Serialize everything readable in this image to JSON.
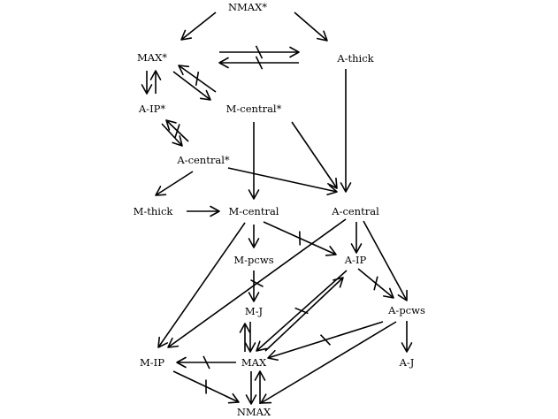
{
  "nodes": [
    {
      "id": "nmax_star",
      "label": "NMAX*"
    },
    {
      "id": "max_star",
      "label": "MAX*"
    },
    {
      "id": "a_thick",
      "label": "A-thick"
    },
    {
      "id": "a_ip_star",
      "label": "A-IP*"
    },
    {
      "id": "m_central_star",
      "label": "M-central*"
    },
    {
      "id": "a_central_star",
      "label": "A-central*"
    },
    {
      "id": "m_thick",
      "label": "M-thick"
    },
    {
      "id": "m_central",
      "label": "M-central"
    },
    {
      "id": "a_central",
      "label": "A-central"
    },
    {
      "id": "m_pcws",
      "label": "M-pcws"
    },
    {
      "id": "a_ip",
      "label": "A-IP"
    },
    {
      "id": "m_j",
      "label": "M-J"
    },
    {
      "id": "a_pcws",
      "label": "A-pcws"
    },
    {
      "id": "m_ip",
      "label": "M-IP"
    },
    {
      "id": "max",
      "label": "MAX"
    },
    {
      "id": "a_j",
      "label": "A-J"
    },
    {
      "id": "nmax",
      "label": "NMAX"
    }
  ],
  "edges": [
    {
      "from": "nmax_star",
      "to": "max_star",
      "negated": false
    },
    {
      "from": "nmax_star",
      "to": "a_thick",
      "negated": false
    },
    {
      "from": "max_star",
      "to": "a_thick",
      "negated": true
    },
    {
      "from": "a_thick",
      "to": "max_star",
      "negated": true
    },
    {
      "from": "max_star",
      "to": "a_ip_star",
      "negated": false
    },
    {
      "from": "a_ip_star",
      "to": "max_star",
      "negated": false
    },
    {
      "from": "max_star",
      "to": "m_central_star",
      "negated": false
    },
    {
      "from": "m_central_star",
      "to": "max_star",
      "negated": true
    },
    {
      "from": "a_ip_star",
      "to": "a_central_star",
      "negated": false
    },
    {
      "from": "a_central_star",
      "to": "a_ip_star",
      "negated": true
    },
    {
      "from": "m_central_star",
      "to": "m_central",
      "negated": false
    },
    {
      "from": "m_central_star",
      "to": "a_central",
      "negated": false
    },
    {
      "from": "a_thick",
      "to": "a_central",
      "negated": false
    },
    {
      "from": "a_central_star",
      "to": "m_thick",
      "negated": false
    },
    {
      "from": "a_central_star",
      "to": "a_central",
      "negated": false
    },
    {
      "from": "m_thick",
      "to": "m_central",
      "negated": false
    },
    {
      "from": "m_central",
      "to": "m_pcws",
      "negated": false
    },
    {
      "from": "m_central",
      "to": "a_ip",
      "negated": true
    },
    {
      "from": "m_central",
      "to": "m_ip",
      "negated": false
    },
    {
      "from": "a_central",
      "to": "a_ip",
      "negated": false
    },
    {
      "from": "a_central",
      "to": "a_pcws",
      "negated": false
    },
    {
      "from": "a_central",
      "to": "m_ip",
      "negated": true
    },
    {
      "from": "m_pcws",
      "to": "m_j",
      "negated": false
    },
    {
      "from": "a_ip",
      "to": "a_pcws",
      "negated": true
    },
    {
      "from": "a_ip",
      "to": "max",
      "negated": true
    },
    {
      "from": "max",
      "to": "a_ip",
      "negated": false
    },
    {
      "from": "m_j",
      "to": "max",
      "negated": false
    },
    {
      "from": "max",
      "to": "m_j",
      "negated": false
    },
    {
      "from": "a_pcws",
      "to": "a_j",
      "negated": false
    },
    {
      "from": "a_pcws",
      "to": "max",
      "negated": true
    },
    {
      "from": "a_pcws",
      "to": "nmax",
      "negated": false
    },
    {
      "from": "max",
      "to": "m_ip",
      "negated": true
    },
    {
      "from": "m_ip",
      "to": "nmax",
      "negated": true
    },
    {
      "from": "max",
      "to": "nmax",
      "negated": false
    },
    {
      "from": "nmax",
      "to": "max",
      "negated": false
    }
  ]
}
